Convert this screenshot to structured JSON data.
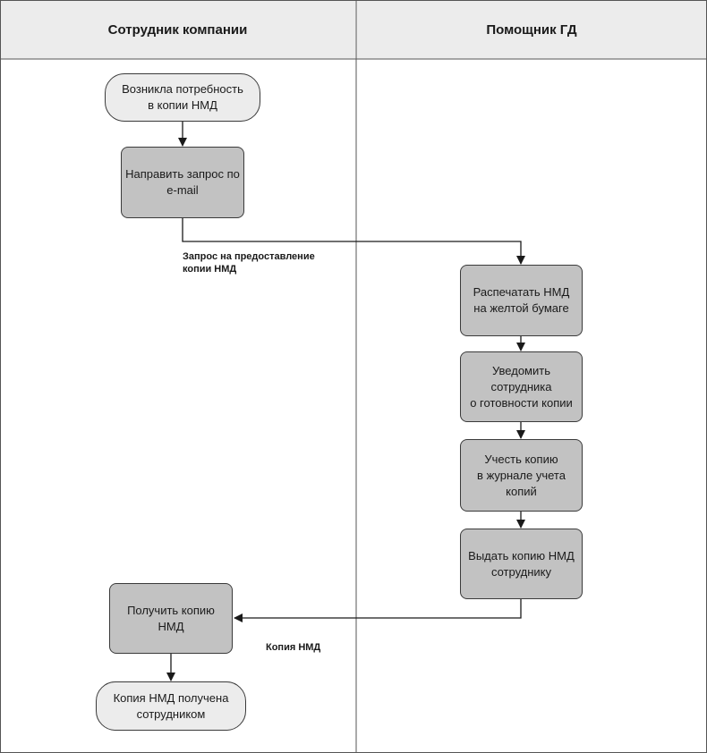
{
  "lanes": [
    {
      "title": "Сотрудник компании"
    },
    {
      "title": "Помощник ГД"
    }
  ],
  "nodes": {
    "need_copy": "Возникла потребность\nв копии НМД",
    "send_request": "Направить запрос по\ne-mail",
    "print_copy": "Распечатать НМД\nна желтой бумаге",
    "notify_employee": "Уведомить\nсотрудника\nо готовности копии",
    "register_copy": "Учесть копию\nв журнале учета\nкопий",
    "issue_copy": "Выдать копию НМД\nсотруднику",
    "receive_copy": "Получить копию\nНМД",
    "copy_received": "Копия НМД получена\nсотрудником"
  },
  "flow_labels": {
    "request": "Запрос на предоставление\nкопии НМД",
    "copy": "Копия НМД"
  }
}
